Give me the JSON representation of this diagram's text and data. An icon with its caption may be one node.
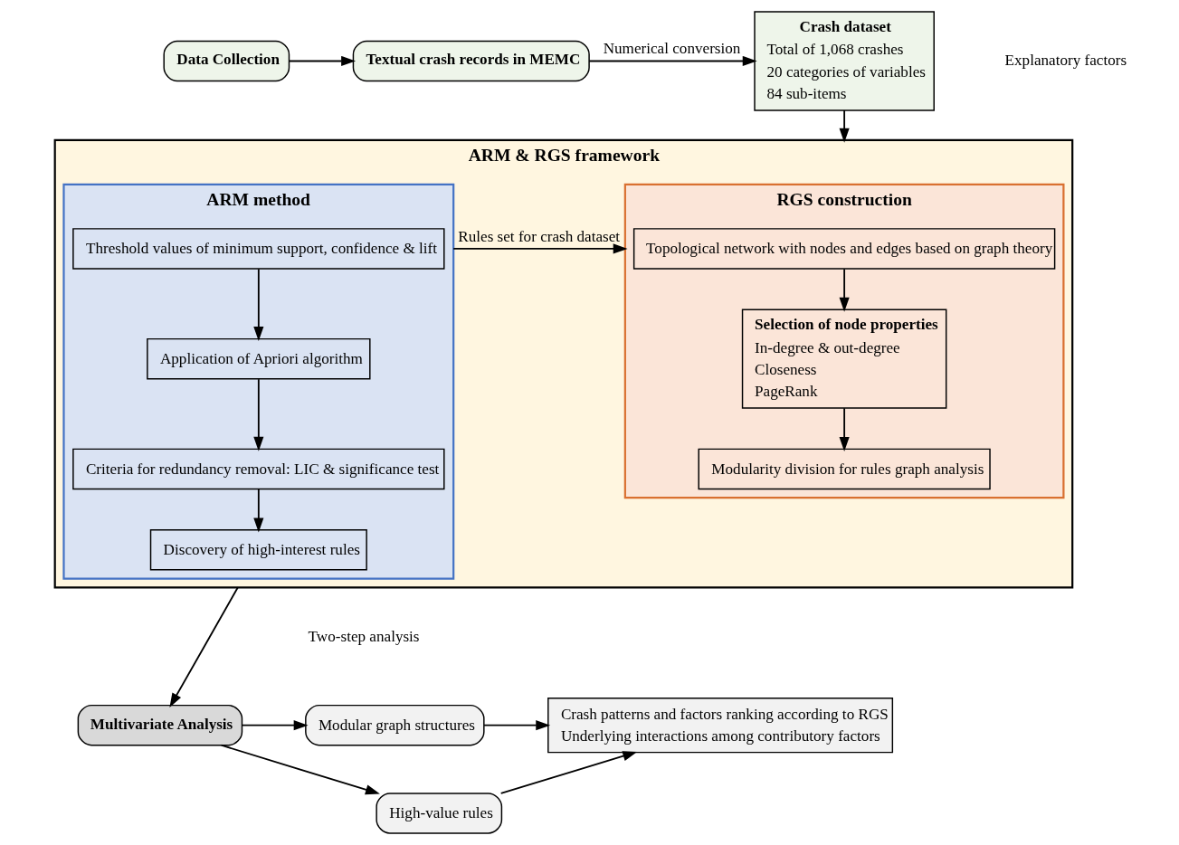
{
  "diagram": {
    "nodes": [
      {
        "text": [
          "Data Collection"
        ]
      },
      {
        "text": [
          "Textual crash records in MEMC"
        ]
      },
      {
        "text": [
          "Crash dataset",
          "Total of 1,068 crashes",
          "20 categories of variables",
          "84 sub-items"
        ]
      },
      {
        "text": [
          "ARM & RGS framework"
        ]
      },
      {
        "text": [
          "RGS construction"
        ],
        "in": 3
      },
      {
        "text": [
          "Topological network with nodes and edges based on graph theory"
        ],
        "in": 4
      },
      {
        "text": [
          "Selection of node properties",
          "In-degree & out-degree",
          "Closeness",
          "PageRank"
        ],
        "in": 4
      },
      {
        "text": [
          "Modularity division for rules graph analysis"
        ],
        "in": 4
      },
      {
        "text": [
          "ARM method"
        ],
        "in": 3
      },
      {
        "text": [
          "Threshold values of minimum support, confidence & lift"
        ],
        "in": 8
      },
      {
        "text": [
          "Application of Apriori algorithm"
        ],
        "in": 8
      },
      {
        "text": [
          "Criteria for redundancy removal: LIC & significance test"
        ],
        "in": 8
      },
      {
        "text": [
          "Discovery of high-interest rules"
        ],
        "in": 8
      },
      {
        "text": [
          "Multivariate Analysis"
        ]
      },
      {
        "text": [
          "Modular graph structures"
        ]
      },
      {
        "text": [
          "High-value rules"
        ]
      },
      {
        "text": [
          "Crash patterns and factors ranking according to RGS",
          "Underlying interactions among contributory factors"
        ]
      }
    ],
    "edges": [
      {
        "from": 0,
        "to": 1,
        "arrow": "to"
      },
      {
        "from": 1,
        "to": 2,
        "arrow": "to",
        "label": "Numerical conversion"
      },
      {
        "from": 2,
        "to": 3,
        "arrow": "to"
      },
      {
        "from": 5,
        "to": 6,
        "arrow": "to"
      },
      {
        "from": 6,
        "to": 7,
        "arrow": "to"
      },
      {
        "from": 9,
        "to": 10,
        "arrow": "to"
      },
      {
        "from": 10,
        "to": 11,
        "arrow": "to"
      },
      {
        "from": 11,
        "to": 12,
        "arrow": "to"
      },
      {
        "from": 8,
        "to": 4,
        "arrow": "to",
        "label": "Rules set for crash dataset"
      },
      {
        "from": 3,
        "to": 13,
        "arrow": "to"
      },
      {
        "from": 13,
        "to": 14,
        "arrow": "to"
      },
      {
        "from": 13,
        "to": 15,
        "arrow": "to"
      },
      {
        "from": 14,
        "to": 16,
        "arrow": "to"
      },
      {
        "from": 15,
        "to": 16,
        "arrow": "to"
      }
    ],
    "labels": [
      "Explanatory factors",
      "Two-step analysis"
    ]
  }
}
